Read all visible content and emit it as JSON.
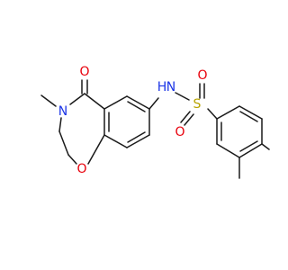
{
  "molecule": {
    "atoms": {
      "ring_carbonyl_o": "O",
      "ring_n": "N",
      "ring_ether_o": "O",
      "nh_n": "N",
      "nh_h": "H",
      "sulfur": "S",
      "sulfonyl_o_top": "O",
      "sulfonyl_o_bottom": "O"
    },
    "colors": {
      "bond": "#1a1a1a",
      "oxygen": "#e8000b",
      "nitrogen": "#1c35e6",
      "sulfur": "#b7a300"
    }
  }
}
